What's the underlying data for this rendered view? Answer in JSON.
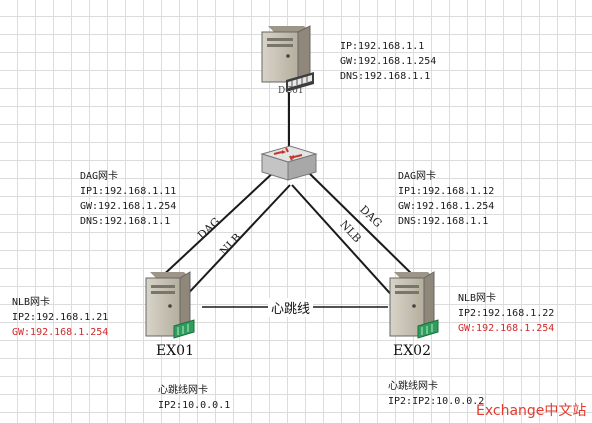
{
  "nodes": {
    "dc01": {
      "name": "DC01",
      "ip": "IP:192.168.1.1",
      "gw": "GW:192.168.1.254",
      "dns": "DNS:192.168.1.1"
    },
    "ex01": {
      "name": "EX01",
      "dag_title": "DAG网卡",
      "dag_ip": "IP1:192.168.1.11",
      "dag_gw": "GW:192.168.1.254",
      "dag_dns": "DNS:192.168.1.1",
      "nlb_title": "NLB网卡",
      "nlb_ip": "IP2:192.168.1.21",
      "nlb_gw": "GW:192.168.1.254",
      "hb_title": "心跳线网卡",
      "hb_ip": "IP2:10.0.0.1"
    },
    "ex02": {
      "name": "EX02",
      "dag_title": "DAG网卡",
      "dag_ip": "IP1:192.168.1.12",
      "dag_gw": "GW:192.168.1.254",
      "dag_dns": "DNS:192.168.1.1",
      "nlb_title": "NLB网卡",
      "nlb_ip": "IP2:192.168.1.22",
      "nlb_gw": "GW:192.168.1.254",
      "hb_title": "心跳线网卡",
      "hb_ip": "IP2:IP2:10.0.0.2"
    }
  },
  "links": {
    "dag": "DAG",
    "nlb": "NLB",
    "heartbeat": "心跳线"
  },
  "watermark": "Exchange中文站",
  "colors": {
    "line": "#1a1a1a",
    "highlight_text": "#d22a2a",
    "watermark": "#e23a2c"
  }
}
